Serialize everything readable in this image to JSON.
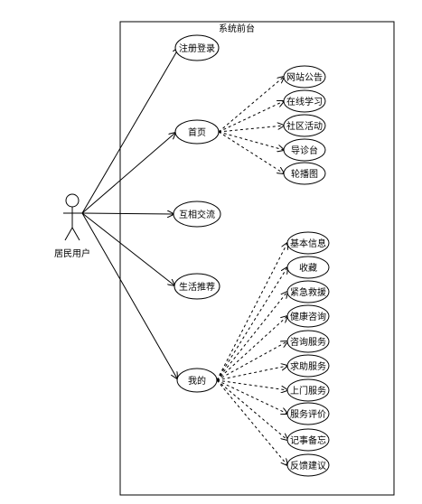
{
  "system": {
    "title": "系统前台"
  },
  "actor": {
    "name": "居民用户"
  },
  "main_use_cases": {
    "register_login": "注册登录",
    "home": "首页",
    "communication": "互相交流",
    "life_recommend": "生活推荐",
    "mine": "我的"
  },
  "home_children": [
    "网站公告",
    "在线学习",
    "社区活动",
    "导诊台",
    "轮播图"
  ],
  "mine_children": [
    "基本信息",
    "收藏",
    "紧急救援",
    "健康咨询",
    "咨询服务",
    "求助服务",
    "上门服务",
    "服务评价",
    "记事备忘",
    "反馈建议"
  ]
}
